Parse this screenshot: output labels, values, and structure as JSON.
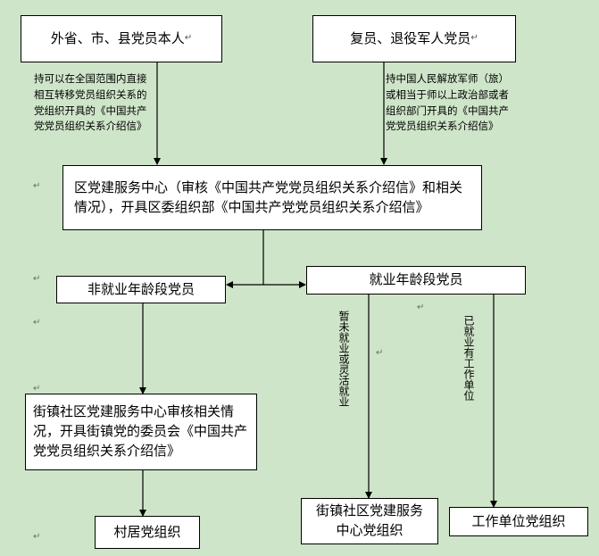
{
  "nodes": {
    "out_of_province": "外省、市、县党员本人",
    "veteran": "复员、退役军人党员",
    "service_center": "区党建服务中心（审核《中国共产党党员组织关系介绍信》和相关情况），开具区委组织部《中国共产党党员组织关系介绍信》",
    "non_employment_age": "非就业年龄段党员",
    "employment_age": "就业年龄段党员",
    "street_center_review": "街镇社区党建服务中心审核相关情况，开具街镇党的委员会《中国共产党党员组织关系介绍信》",
    "village_org": "村居党组织",
    "street_center_org": "街镇社区党建服务中心党组织",
    "work_unit_org": "工作单位党组织"
  },
  "edge_labels": {
    "out_of_province_note": "持可以在全国范围内直接相互转移党员组织关系的党组织开具的《中国共产党党员组织关系介绍信》",
    "veteran_note": "持中国人民解放军师（旅）或相当于师以上政治部或者组织部门开具的《中国共产党党员组织关系介绍信》",
    "not_employed": "暂未就业或灵活就业",
    "employed": "已就业有工作单位"
  },
  "paragraph_mark": "↵"
}
